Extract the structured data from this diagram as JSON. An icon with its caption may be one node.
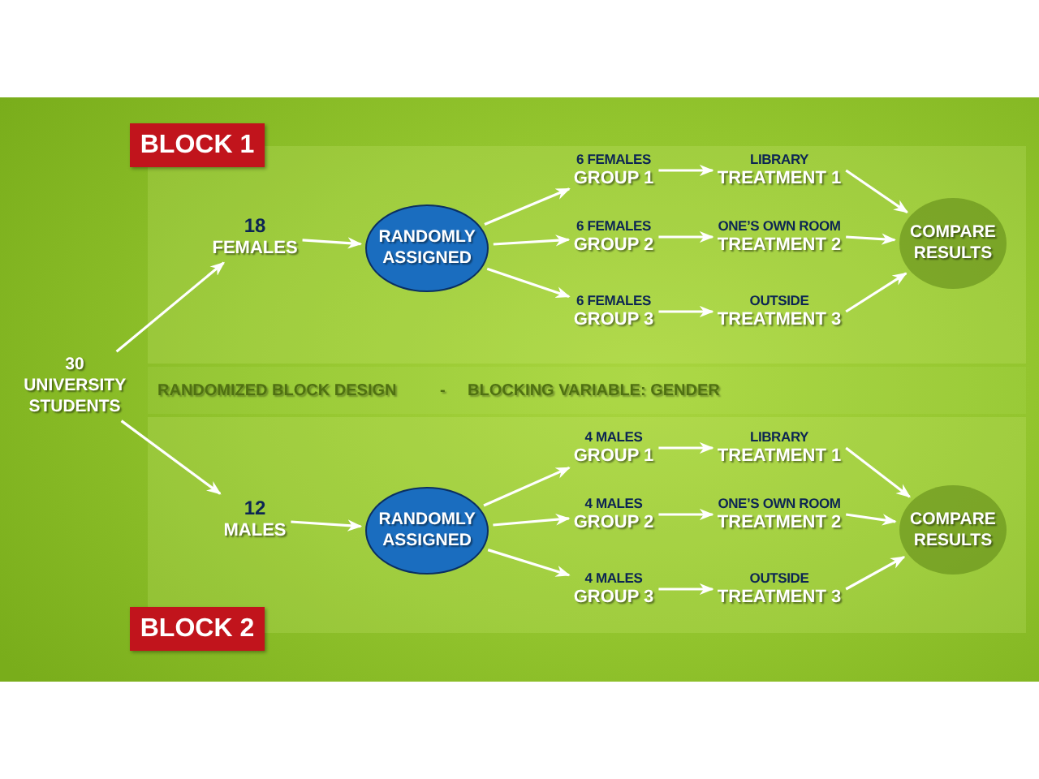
{
  "diagram": {
    "nodes": [
      {
        "text": [
          "30 UNIVERSITY STUDENTS"
        ]
      },
      {
        "text": [
          "BLOCK 1"
        ]
      },
      {
        "text": [
          "18",
          "FEMALES"
        ],
        "in": 1
      },
      {
        "text": [
          "RANDOMLY ASSIGNED"
        ],
        "in": 1
      },
      {
        "text": [
          "6 FEMALES",
          "GROUP 1"
        ],
        "in": 1
      },
      {
        "text": [
          "6 FEMALES",
          "GROUP 2"
        ],
        "in": 1
      },
      {
        "text": [
          "6 FEMALES",
          "GROUP 3"
        ],
        "in": 1
      },
      {
        "text": [
          "LIBRARY",
          "TREATMENT 1"
        ],
        "in": 1
      },
      {
        "text": [
          "ONE’S OWN ROOM",
          "TREATMENT 2"
        ],
        "in": 1
      },
      {
        "text": [
          "OUTSIDE",
          "TREATMENT 3"
        ],
        "in": 1
      },
      {
        "text": [
          "COMPARE RESULTS"
        ],
        "in": 1
      },
      {
        "text": [
          "RANDOMIZED BLOCK DESIGN",
          "-",
          "BLOCKING VARIABLE: GENDER"
        ]
      },
      {
        "text": [
          "BLOCK 2"
        ]
      },
      {
        "text": [
          "12",
          "MALES"
        ],
        "in": 12
      },
      {
        "text": [
          "RANDOMLY ASSIGNED"
        ],
        "in": 12
      },
      {
        "text": [
          "4 MALES",
          "GROUP 1"
        ],
        "in": 12
      },
      {
        "text": [
          "4 MALES",
          "GROUP 2"
        ],
        "in": 12
      },
      {
        "text": [
          "4 MALES",
          "GROUP 3"
        ],
        "in": 12
      },
      {
        "text": [
          "LIBRARY",
          "TREATMENT 1"
        ],
        "in": 12
      },
      {
        "text": [
          "ONE’S OWN ROOM",
          "TREATMENT 2"
        ],
        "in": 12
      },
      {
        "text": [
          "OUTSIDE",
          "TREATMENT 3"
        ],
        "in": 12
      },
      {
        "text": [
          "COMPARE RESULTS"
        ],
        "in": 12
      }
    ],
    "edges": [
      {
        "from": 0,
        "to": 2,
        "arrow": "to"
      },
      {
        "from": 0,
        "to": 13,
        "arrow": "to"
      },
      {
        "from": 2,
        "to": 3,
        "arrow": "to"
      },
      {
        "from": 3,
        "to": 4,
        "arrow": "to"
      },
      {
        "from": 3,
        "to": 5,
        "arrow": "to"
      },
      {
        "from": 3,
        "to": 6,
        "arrow": "to"
      },
      {
        "from": 4,
        "to": 7,
        "arrow": "to"
      },
      {
        "from": 5,
        "to": 8,
        "arrow": "to"
      },
      {
        "from": 6,
        "to": 9,
        "arrow": "to"
      },
      {
        "from": 7,
        "to": 10,
        "arrow": "to"
      },
      {
        "from": 8,
        "to": 10,
        "arrow": "to"
      },
      {
        "from": 9,
        "to": 10,
        "arrow": "to"
      },
      {
        "from": 13,
        "to": 14,
        "arrow": "to"
      },
      {
        "from": 14,
        "to": 15,
        "arrow": "to"
      },
      {
        "from": 14,
        "to": 16,
        "arrow": "to"
      },
      {
        "from": 14,
        "to": 17,
        "arrow": "to"
      },
      {
        "from": 15,
        "to": 18,
        "arrow": "to"
      },
      {
        "from": 16,
        "to": 19,
        "arrow": "to"
      },
      {
        "from": 17,
        "to": 20,
        "arrow": "to"
      },
      {
        "from": 18,
        "to": 21,
        "arrow": "to"
      },
      {
        "from": 19,
        "to": 21,
        "arrow": "to"
      },
      {
        "from": 20,
        "to": 21,
        "arrow": "to"
      }
    ]
  }
}
